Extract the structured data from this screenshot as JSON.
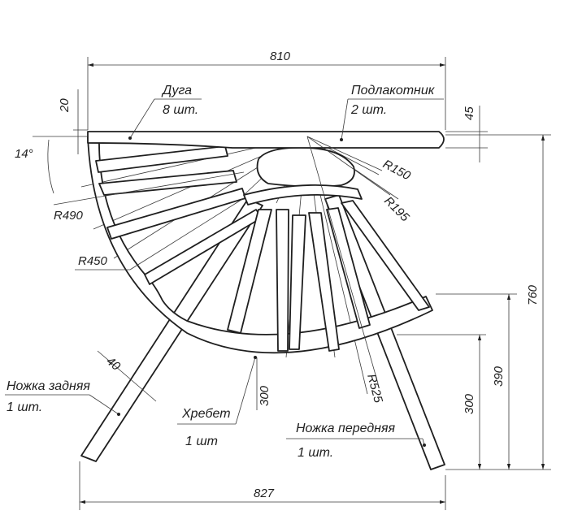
{
  "dimensions": {
    "width_total": "810",
    "height_total": "760",
    "base_width": "827",
    "arc_thickness": "20",
    "armrest_thickness": "45",
    "angle": "14°",
    "leg_width": "40",
    "height_390": "390",
    "height_300_right": "300",
    "height_300_center": "300"
  },
  "radii": {
    "r150": "R150",
    "r195": "R195",
    "r490": "R490",
    "r450": "R450",
    "r525": "R525"
  },
  "labels": {
    "arc_name": "Дуга",
    "arc_qty": "8 шт.",
    "armrest_name": "Подлакотник",
    "armrest_qty": "2 шт.",
    "rear_leg_name": "Ножка задняя",
    "rear_leg_qty": "1 шт.",
    "spine_name": "Хребет",
    "spine_qty": "1 шт",
    "front_leg_name": "Ножка передняя",
    "front_leg_qty": "1 шт."
  }
}
